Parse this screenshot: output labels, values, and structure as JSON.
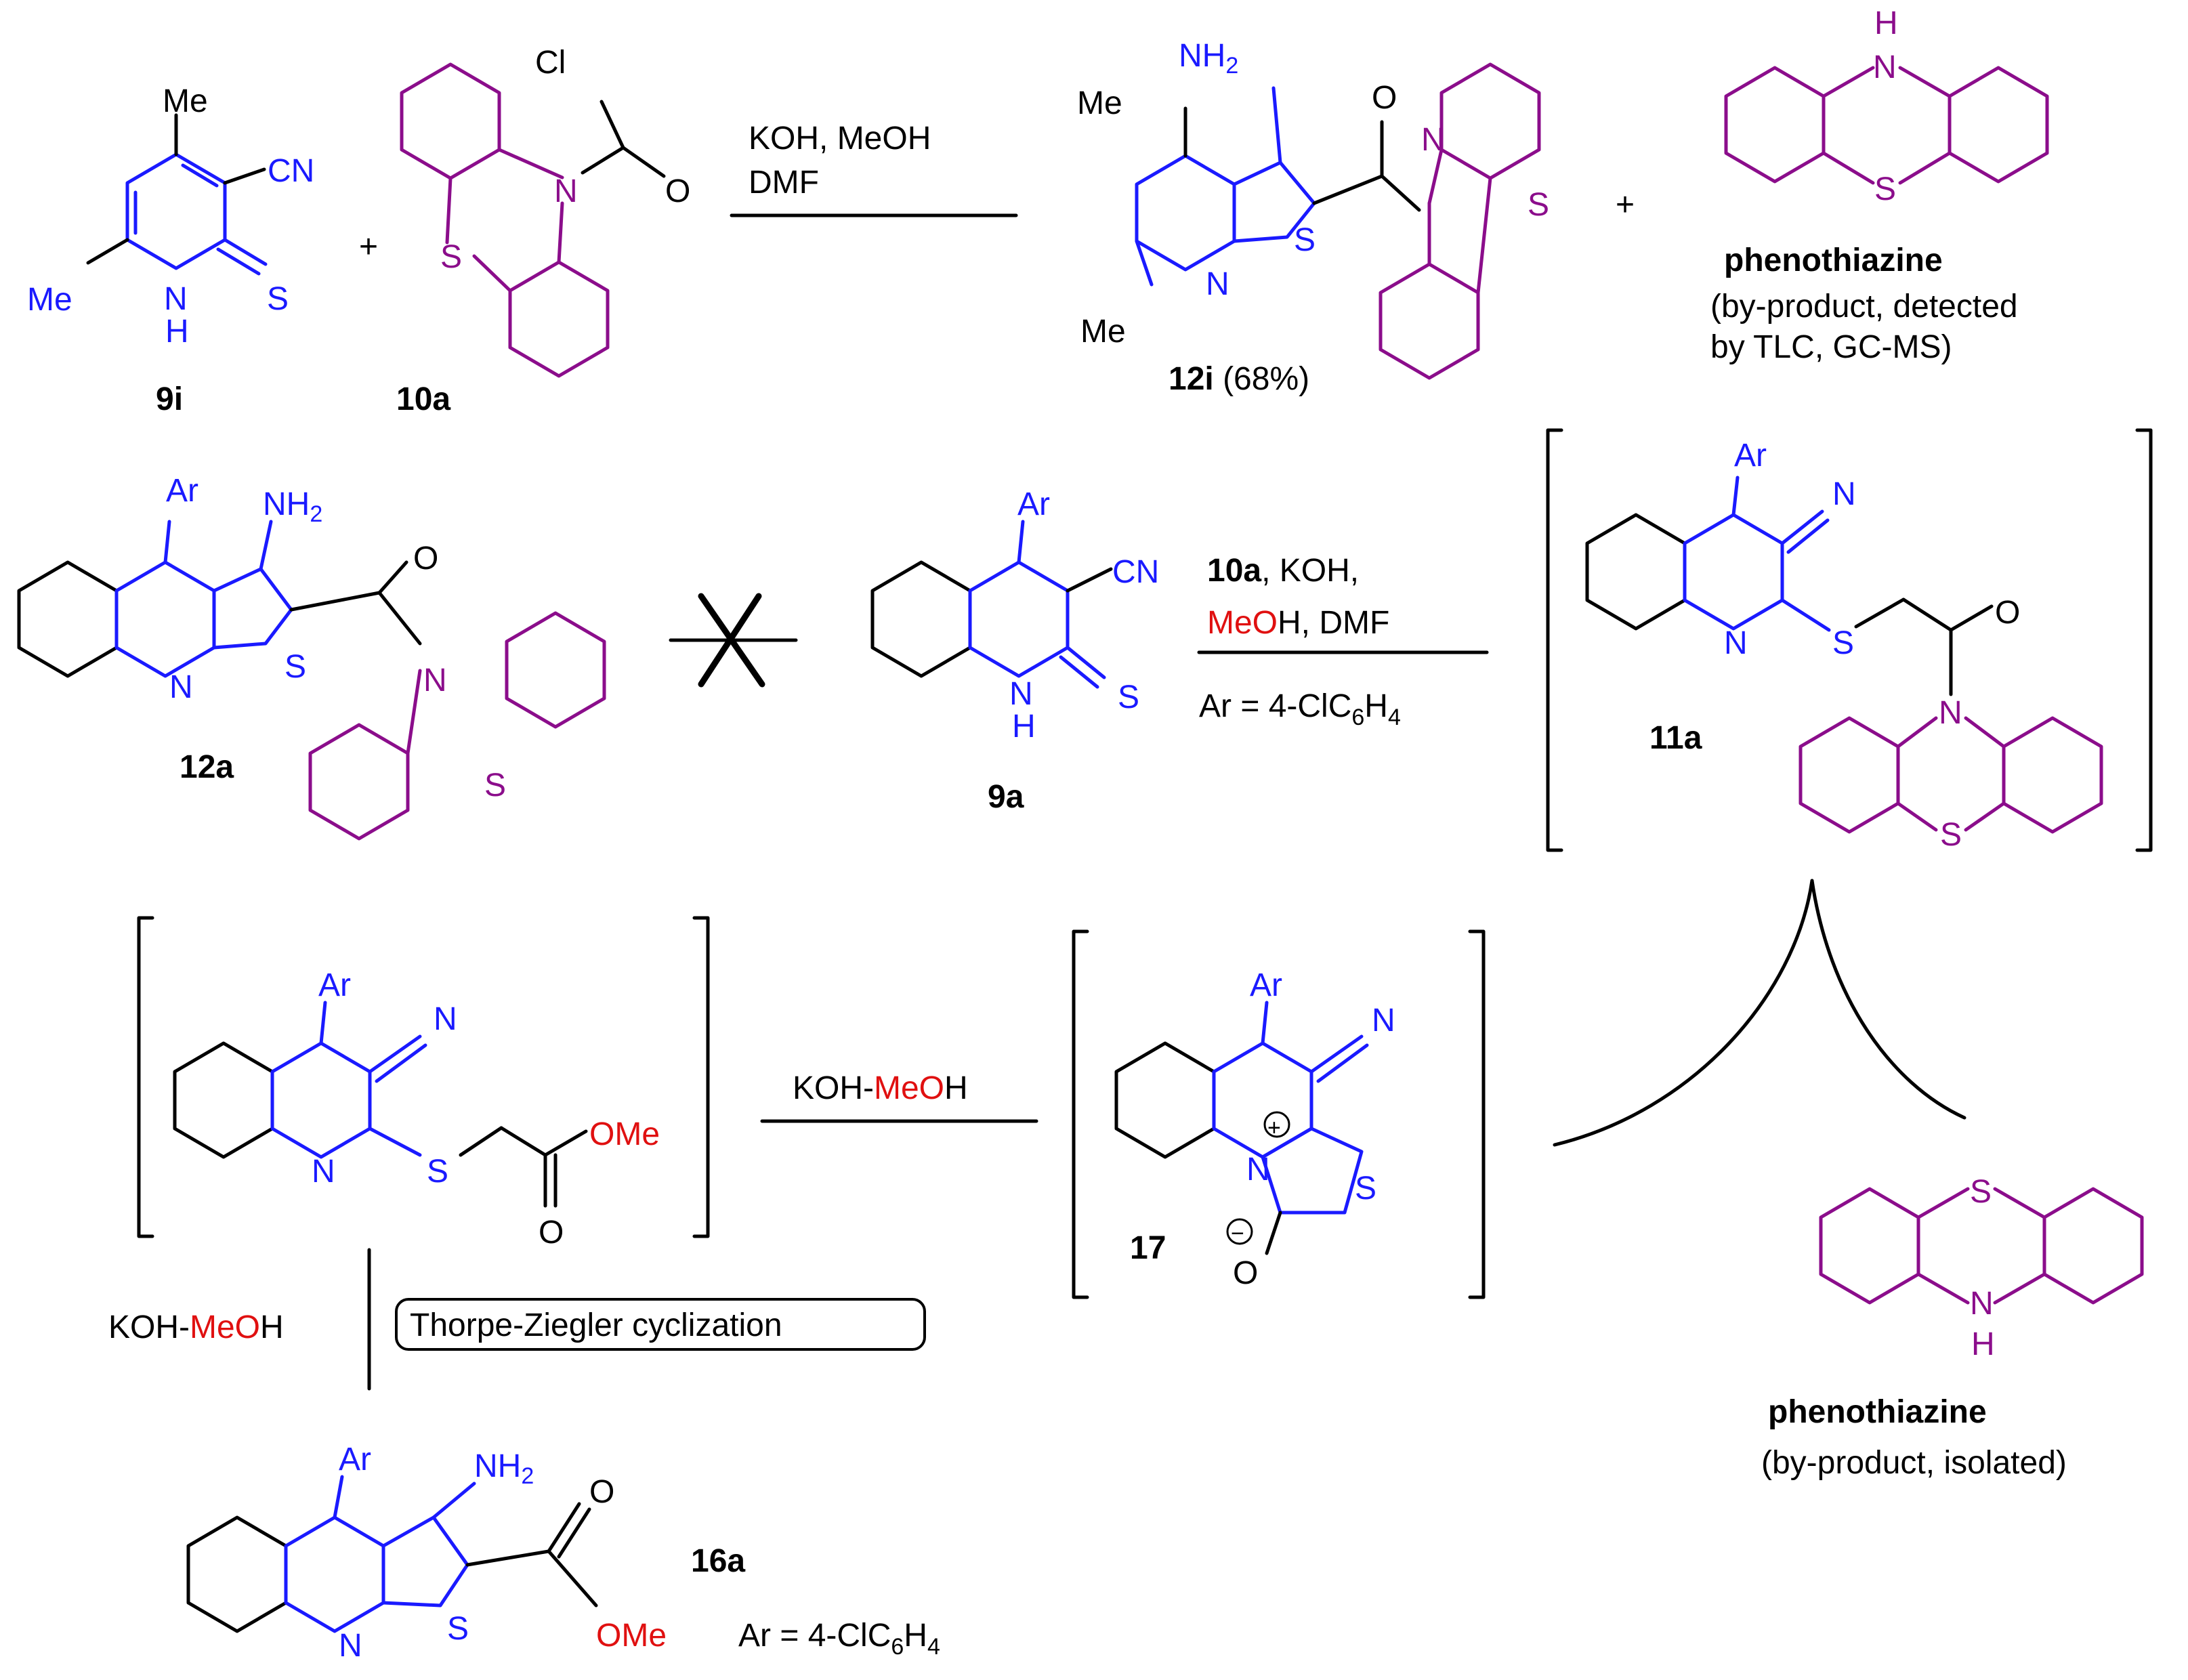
{
  "colors": {
    "heterocycle": "#1a1aff",
    "carbon": "#000000",
    "phenothiazine": "#8b0d8b",
    "methanol_o": "#e01010"
  },
  "atoms": {
    "me": "Me",
    "cn": "CN",
    "n": "N",
    "h": "H",
    "s": "S",
    "o": "O",
    "cl": "Cl",
    "ar": "Ar",
    "nh2_main": "NH",
    "nh2_sub": "2",
    "ome": "OMe",
    "plus": "+",
    "minus": "−"
  },
  "compounds": {
    "c9i": "9i",
    "c10a": "10a",
    "c12i": "12i",
    "c12i_yield": " (68%)",
    "c12a": "12a",
    "c9a": "9a",
    "c11a": "11a",
    "c17": "17",
    "c16a": "16a"
  },
  "byproducts": {
    "top_name": "phenothiazine",
    "top_note_1": "(by-product, detected",
    "top_note_2": "by TLC, GC-MS)",
    "bottom_name": "phenothiazine",
    "bottom_note": "(by-product, isolated)"
  },
  "conditions": {
    "r1_line1": "KOH, MeOH",
    "r1_line2": "DMF",
    "r2_bold": "10a",
    "r2_rest": ", KOH,",
    "r2_meo": "MeO",
    "r2_after": "H, DMF",
    "ar_prefix": "Ar = 4-ClC",
    "ar_six": "6",
    "ar_h": "H",
    "ar_four": "4",
    "kohmeoh_prefix": "KOH-",
    "kohmeoh_meo": "MeO",
    "kohmeoh_h": "H",
    "thorpe": "Thorpe-Ziegler cyclization",
    "plus": "+"
  }
}
